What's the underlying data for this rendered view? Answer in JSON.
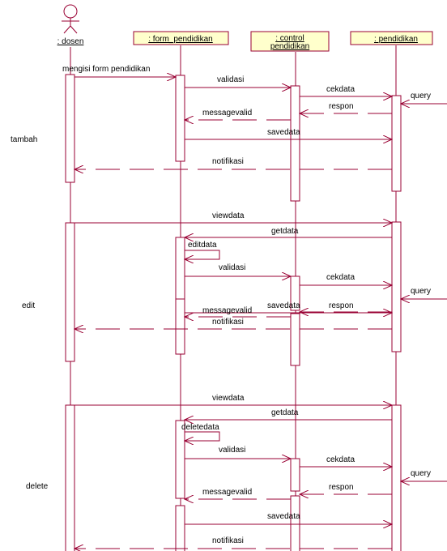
{
  "colors": {
    "line": "#990033",
    "box_fill": "#ffffcc",
    "box_stroke": "#990033",
    "text": "#000000",
    "background": "#ffffff"
  },
  "actor": {
    "name": ": dosen"
  },
  "objects": [
    {
      "name": ": form_pendidikan"
    },
    {
      "name_line1": ": control",
      "name_line2": "pendidikan"
    },
    {
      "name": ": pendidikan"
    }
  ],
  "sections": {
    "tambah": "tambah",
    "edit": "edit",
    "delete": "delete"
  },
  "messages": {
    "m1": "mengisi form pendidikan",
    "m2": "validasi",
    "m3": "cekdata",
    "m4": "query",
    "m5": "respon",
    "m6": "messagevalid",
    "m7": "savedata",
    "m8": "notifikasi",
    "e1": "viewdata",
    "e2": "getdata",
    "e3": "editdata",
    "e4": "validasi",
    "e5": "cekdata",
    "e6": "query",
    "e7": "respon",
    "e8": "messagevalid",
    "e9": "savedata",
    "e10": "notifikasi",
    "d1": "viewdata",
    "d2": "getdata",
    "d3": "deletedata",
    "d4": "validasi",
    "d5": "cekdata",
    "d6": "query",
    "d7": "respon",
    "d8": "messagevalid",
    "d9": "savedata",
    "d10": "notifikasi"
  }
}
